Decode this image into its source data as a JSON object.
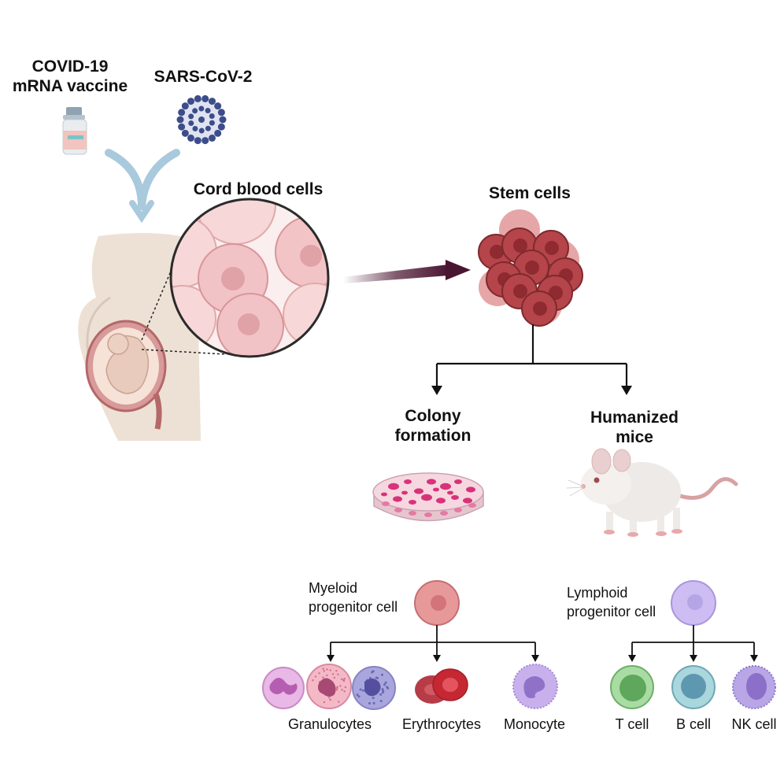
{
  "inputs": {
    "vaccine_label": [
      "COVID-19",
      "mRNA vaccine"
    ],
    "virus_label": "SARS-CoV-2"
  },
  "cord_blood": {
    "label": "Cord blood cells"
  },
  "stem_cells": {
    "label": "Stem cells"
  },
  "colony": {
    "label": [
      "Colony",
      "formation"
    ]
  },
  "mice": {
    "label": [
      "Humanized",
      "mice"
    ]
  },
  "myeloid": {
    "label": [
      "Myeloid",
      "progenitor cell"
    ],
    "children": [
      "Granulocytes",
      "Erythrocytes",
      "Monocyte"
    ]
  },
  "lymphoid": {
    "label": [
      "Lymphoid",
      "progenitor cell"
    ],
    "children": [
      "T cell",
      "B cell",
      "NK cell"
    ]
  },
  "colors": {
    "arrow_dark": "#4a1531",
    "arrow_light": "#a9c9dd",
    "stem_cell": "#a53a3f",
    "myeloid_cell": "#df8e8f",
    "lymphoid_cell": "#c9b6ef",
    "t_cell": "#8fcf8f",
    "b_cell": "#8fc2cf",
    "nk_cell": "#a896dc"
  }
}
